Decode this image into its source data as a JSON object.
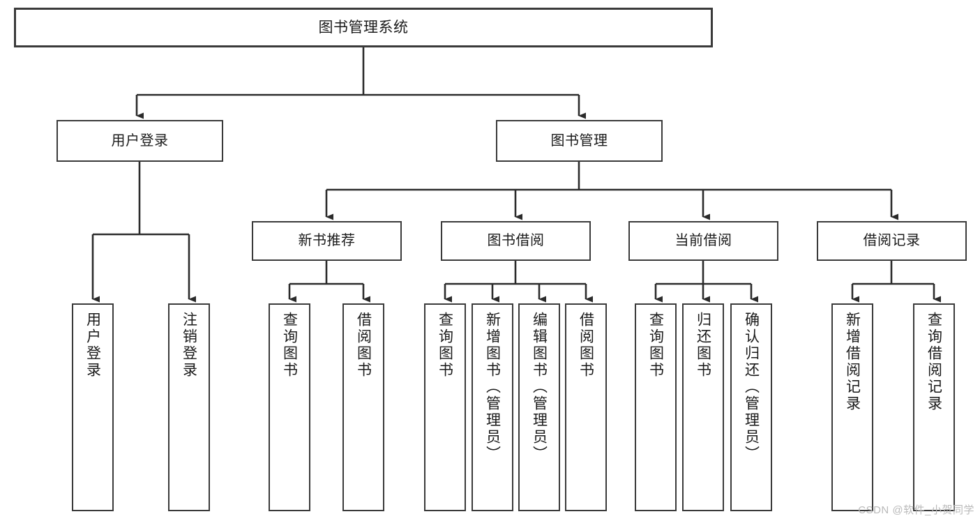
{
  "diagram": {
    "title": "图书管理系统",
    "type": "tree-hierarchy-chart",
    "orientation": "top-down",
    "watermark": "CSDN @软件_小贺同学",
    "colors": {
      "background": "#ffffff",
      "box_border": "#3a3a3a",
      "box_fill": "#ffffff",
      "connector": "#2b2b2b",
      "text": "#1a1a1a",
      "watermark": "#b9b9b9"
    }
  },
  "nodes": {
    "root": {
      "label": "图书管理系统",
      "level": 1
    },
    "level2": [
      {
        "id": "user-login",
        "label": "用户登录",
        "level": 2
      },
      {
        "id": "book-management",
        "label": "图书管理",
        "level": 2
      }
    ],
    "level3": [
      {
        "id": "new-book-recommend",
        "label": "新书推荐",
        "level": 3
      },
      {
        "id": "book-borrow",
        "label": "图书借阅",
        "level": 3
      },
      {
        "id": "current-borrow",
        "label": "当前借阅",
        "level": 3
      },
      {
        "id": "borrow-record",
        "label": "借阅记录",
        "level": 3
      }
    ],
    "leaves": [
      {
        "id": "leaf-user-login",
        "label": "用户登录",
        "parent": "user-login"
      },
      {
        "id": "leaf-user-logout",
        "label": "注销登录",
        "parent": "user-login"
      },
      {
        "id": "leaf-query-book-1",
        "label": "查询图书",
        "parent": "new-book-recommend"
      },
      {
        "id": "leaf-borrow-book-1",
        "label": "借阅图书",
        "parent": "new-book-recommend"
      },
      {
        "id": "leaf-query-book-2",
        "label": "查询图书",
        "parent": "book-borrow"
      },
      {
        "id": "leaf-add-book",
        "label": "新增图书（管理员）",
        "parent": "book-borrow"
      },
      {
        "id": "leaf-edit-book",
        "label": "编辑图书（管理员）",
        "parent": "book-borrow"
      },
      {
        "id": "leaf-borrow-book-2",
        "label": "借阅图书",
        "parent": "book-borrow"
      },
      {
        "id": "leaf-query-book-3",
        "label": "查询图书",
        "parent": "current-borrow"
      },
      {
        "id": "leaf-return-book",
        "label": "归还图书",
        "parent": "current-borrow"
      },
      {
        "id": "leaf-confirm-return",
        "label": "确认归还（管理员）",
        "parent": "current-borrow"
      },
      {
        "id": "leaf-add-record",
        "label": "新增借阅记录",
        "parent": "borrow-record"
      },
      {
        "id": "leaf-query-record",
        "label": "查询借阅记录",
        "parent": "borrow-record"
      }
    ]
  }
}
